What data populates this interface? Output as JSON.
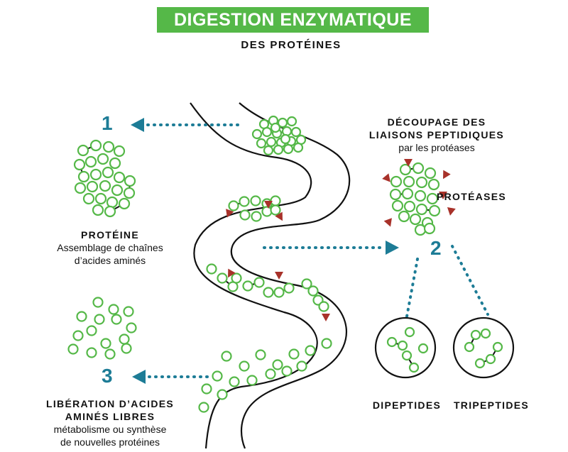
{
  "header": {
    "title": "DIGESTION ENZYMATIQUE",
    "subtitle": "DES PROTÉINES"
  },
  "steps": {
    "one": "1",
    "two": "2",
    "three": "3"
  },
  "labels": {
    "protein_title": "PROTÉINE",
    "protein_desc_1": "Assemblage de chaînes",
    "protein_desc_2": "d’acides aminés",
    "cleavage_title_1": "DÉCOUPAGE DES",
    "cleavage_title_2": "LIAISONS PEPTIDIQUES",
    "cleavage_desc": "par les protéases",
    "proteases": "PROTÉASES",
    "dipeptides": "DIPEPTIDES",
    "tripeptides": "TRIPEPTIDES",
    "release_title_1": "LIBÉRATION D’ACIDES",
    "release_title_2": "AMINÉS LIBRES",
    "release_desc_1": "métabolisme ou synthèse",
    "release_desc_2": "de nouvelles protéines"
  },
  "colors": {
    "banner": "#55b848",
    "amino_acid": "#55b848",
    "arrow": "#1d7c96",
    "protease": "#a8322a"
  }
}
